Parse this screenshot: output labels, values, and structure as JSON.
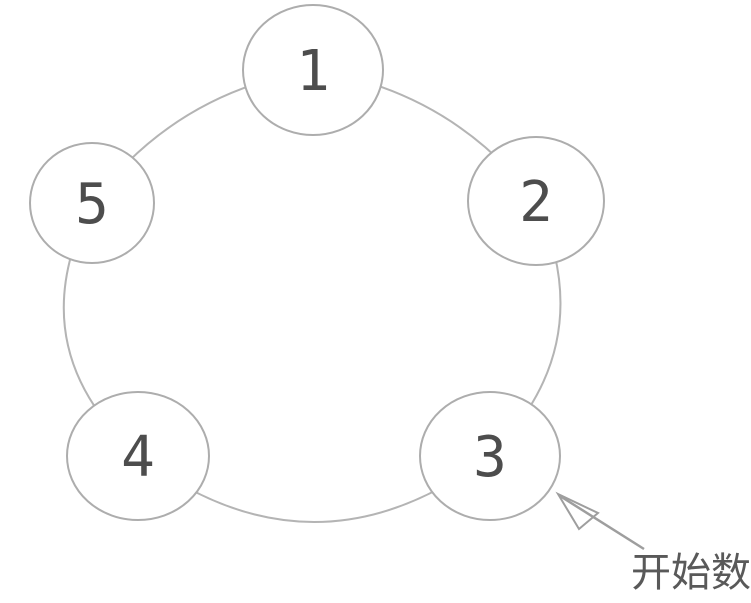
{
  "figure": {
    "type": "cycle-diagram",
    "nodes": [
      {
        "label": "1"
      },
      {
        "label": "2"
      },
      {
        "label": "3"
      },
      {
        "label": "4"
      },
      {
        "label": "5"
      }
    ],
    "annotation": {
      "label": "开始数",
      "points_to_node": "3"
    },
    "colors": {
      "background": "#ffffff",
      "ring_stroke": "#b4b4b4",
      "node_stroke": "#adadad",
      "node_fill": "#ffffff",
      "number_color": "#4d4d4d",
      "arrow_color": "#9e9e9e",
      "annotation_color": "#595959"
    }
  }
}
